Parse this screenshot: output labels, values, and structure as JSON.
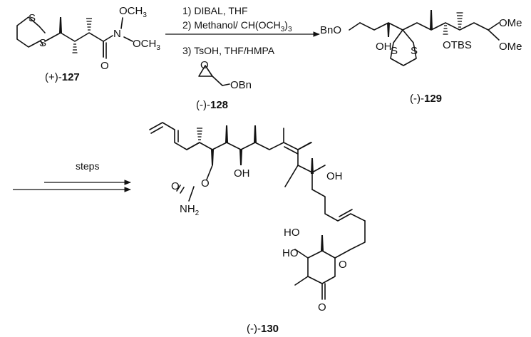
{
  "reaction1": {
    "conditions": {
      "step1": "1) DIBAL, THF",
      "step2": "2) Methanol/ CH(OCH",
      "step2_sub": "3",
      "step2_end": ")",
      "step2_tail": "3",
      "step3": "3) TsOH, THF/HMPA"
    }
  },
  "reaction2": {
    "conditions": {
      "label": "steps"
    }
  },
  "compounds": {
    "c127": {
      "prefix": "(+)-",
      "number": "127"
    },
    "c128": {
      "prefix": "(-)-",
      "number": "128"
    },
    "c129": {
      "prefix": "(-)-",
      "number": "129"
    },
    "c130": {
      "prefix": "(-)-",
      "number": "130"
    }
  },
  "atoms": {
    "S": "S",
    "N": "N",
    "O": "O",
    "OCH": "OCH",
    "three": "3",
    "BnO": "BnO",
    "OBn": "OBn",
    "OH": "OH",
    "HO": "HO",
    "OTBS": "OTBS",
    "OMe": "OMe",
    "NH": "NH",
    "two": "2"
  }
}
